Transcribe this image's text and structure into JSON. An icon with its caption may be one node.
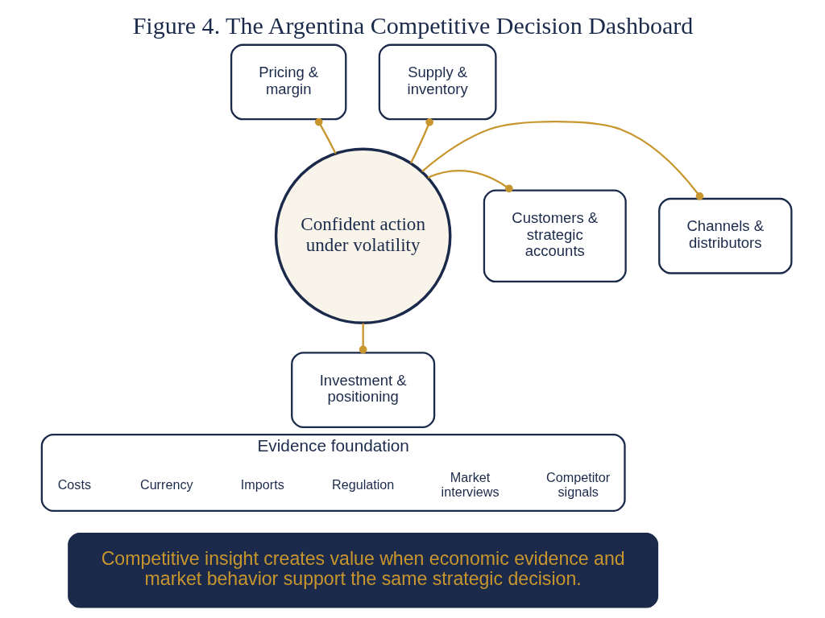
{
  "diagram": {
    "title": "Figure 4. The Argentina Competitive Decision Dashboard",
    "nodes": [
      {
        "text": [
          "Confident action under volatility"
        ]
      },
      {
        "text": [
          "Pricing & margin"
        ]
      },
      {
        "text": [
          "Supply & inventory"
        ]
      },
      {
        "text": [
          "Channels & distributors"
        ]
      },
      {
        "text": [
          "Customers & strategic accounts"
        ]
      },
      {
        "text": [
          "Investment & positioning"
        ]
      },
      {
        "text": [
          "Evidence foundation"
        ]
      },
      {
        "text": [
          "Costs"
        ],
        "in": 6
      },
      {
        "text": [
          "Currency"
        ],
        "in": 6
      },
      {
        "text": [
          "Imports"
        ],
        "in": 6
      },
      {
        "text": [
          "Regulation"
        ],
        "in": 6
      },
      {
        "text": [
          "Market interviews"
        ],
        "in": 6
      },
      {
        "text": [
          "Competitor signals"
        ],
        "in": 6
      },
      {
        "text": [
          "Competitive insight creates value when economic evidence and market behavior support the same strategic decision."
        ]
      }
    ],
    "edges": [
      {
        "from": 0,
        "to": 1,
        "arrow": "other"
      },
      {
        "from": 0,
        "to": 2,
        "arrow": "other"
      },
      {
        "from": 0,
        "to": 3,
        "arrow": "other"
      },
      {
        "from": 0,
        "to": 4,
        "arrow": "other"
      },
      {
        "from": 0,
        "to": 5,
        "arrow": "other"
      }
    ]
  }
}
